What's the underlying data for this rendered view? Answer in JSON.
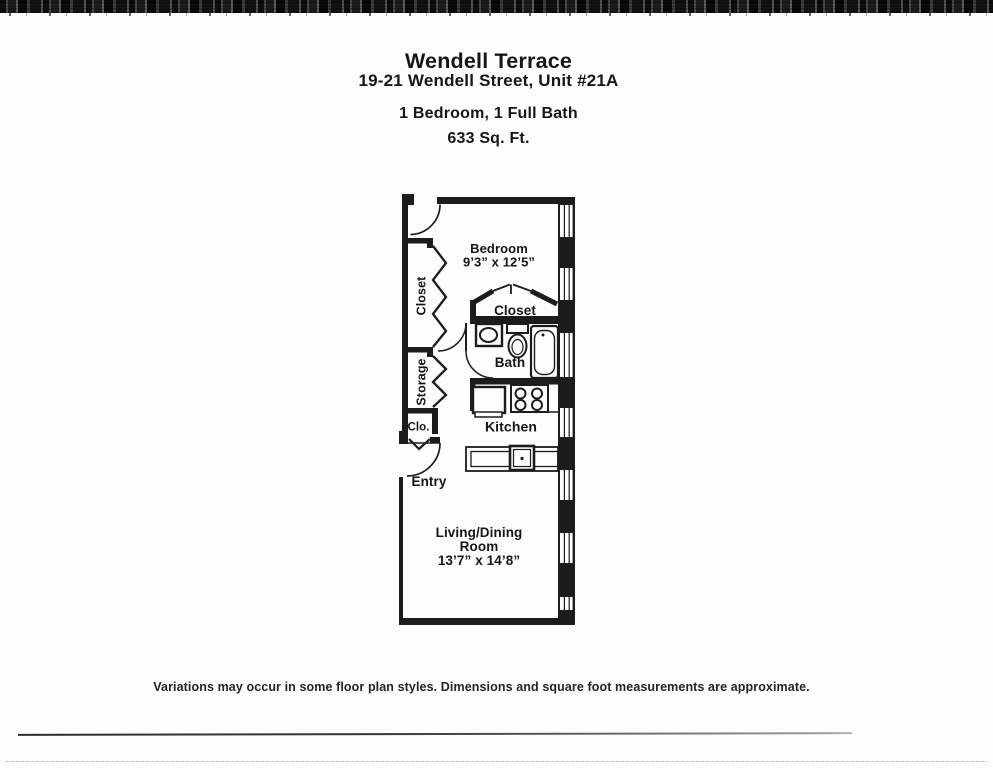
{
  "document": {
    "title": "Wendell Terrace",
    "address": "19-21 Wendell Street, Unit #21A",
    "features": "1 Bedroom, 1 Full Bath",
    "area": "633 Sq. Ft.",
    "disclaimer": "Variations may occur in some floor plan styles. Dimensions and square foot measurements are approximate."
  },
  "floor_plan": {
    "rooms": {
      "bedroom": {
        "label": "Bedroom",
        "dims": "9’3” x 12’5”"
      },
      "bedroom_closet": {
        "label": "Closet"
      },
      "hall_closet": {
        "label": "Closet"
      },
      "storage": {
        "label": "Storage"
      },
      "clo": {
        "label": "Clo."
      },
      "bath": {
        "label": "Bath"
      },
      "kitchen": {
        "label": "Kitchen"
      },
      "entry": {
        "label": "Entry"
      },
      "living_dining": {
        "label_line1": "Living/Dining",
        "label_line2": "Room",
        "dims": "13’7” x 14’8”"
      }
    },
    "colors": {
      "ink": "#1c1c1c",
      "paper": "#fdfdfc"
    }
  }
}
